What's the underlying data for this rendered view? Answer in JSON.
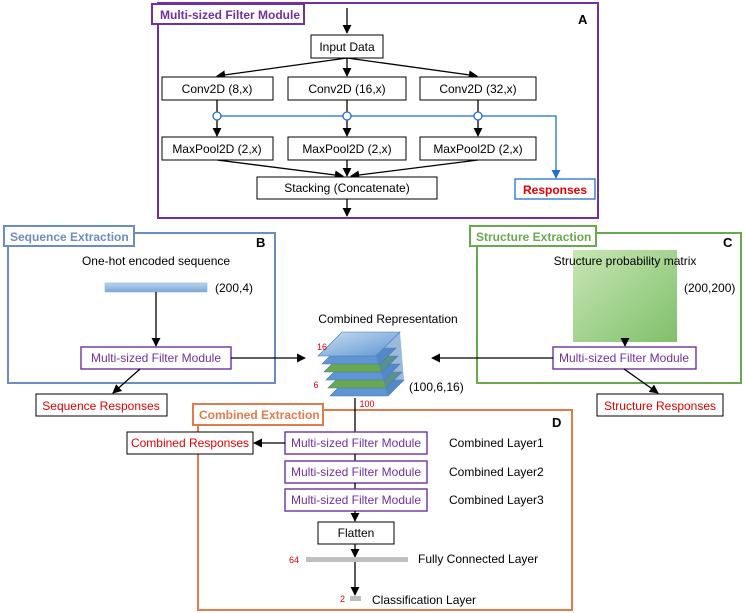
{
  "colors": {
    "purple": "#7030a0",
    "blue_frame": "#6c8ebf",
    "green_frame": "#6aa84f",
    "orange_frame": "#e07b4c",
    "red_text": "#e00000",
    "arrow_blue": "#1f6fd1",
    "black": "#000000"
  },
  "panel_a": {
    "title": "Multi-sized Filter Module",
    "letter": "A",
    "input": "Input Data",
    "convs": [
      "Conv2D (8,x)",
      "Conv2D (16,x)",
      "Conv2D (32,x)"
    ],
    "pools": [
      "MaxPool2D (2,x)",
      "MaxPool2D (2,x)",
      "MaxPool2D (2,x)"
    ],
    "stacking": "Stacking (Concatenate)",
    "responses": "Responses"
  },
  "panel_b": {
    "title": "Sequence Extraction",
    "letter": "B",
    "caption": "One-hot encoded sequence",
    "shape": "(200,4)",
    "module": "Multi-sized Filter Module",
    "responses": "Sequence Responses"
  },
  "panel_c": {
    "title": "Structure Extraction",
    "letter": "C",
    "caption": "Structure probability matrix",
    "shape": "(200,200)",
    "module": "Multi-sized Filter Module",
    "responses": "Structure Responses"
  },
  "combined_rep": {
    "title": "Combined Representation",
    "dim_depth": "16",
    "dim_height": "6",
    "dim_width": "100",
    "shape": "(100,6,16)"
  },
  "panel_d": {
    "title": "Combined Extraction",
    "letter": "D",
    "responses": "Combined Responses",
    "modules": [
      "Multi-sized Filter Module",
      "Multi-sized Filter Module",
      "Multi-sized Filter Module"
    ],
    "layer_labels": [
      "Combined Layer1",
      "Combined Layer2",
      "Combined Layer3"
    ],
    "flatten": "Flatten",
    "fc_units": "64",
    "fc_label": "Fully Connected Layer",
    "cls_units": "2",
    "cls_label": "Classification Layer"
  }
}
